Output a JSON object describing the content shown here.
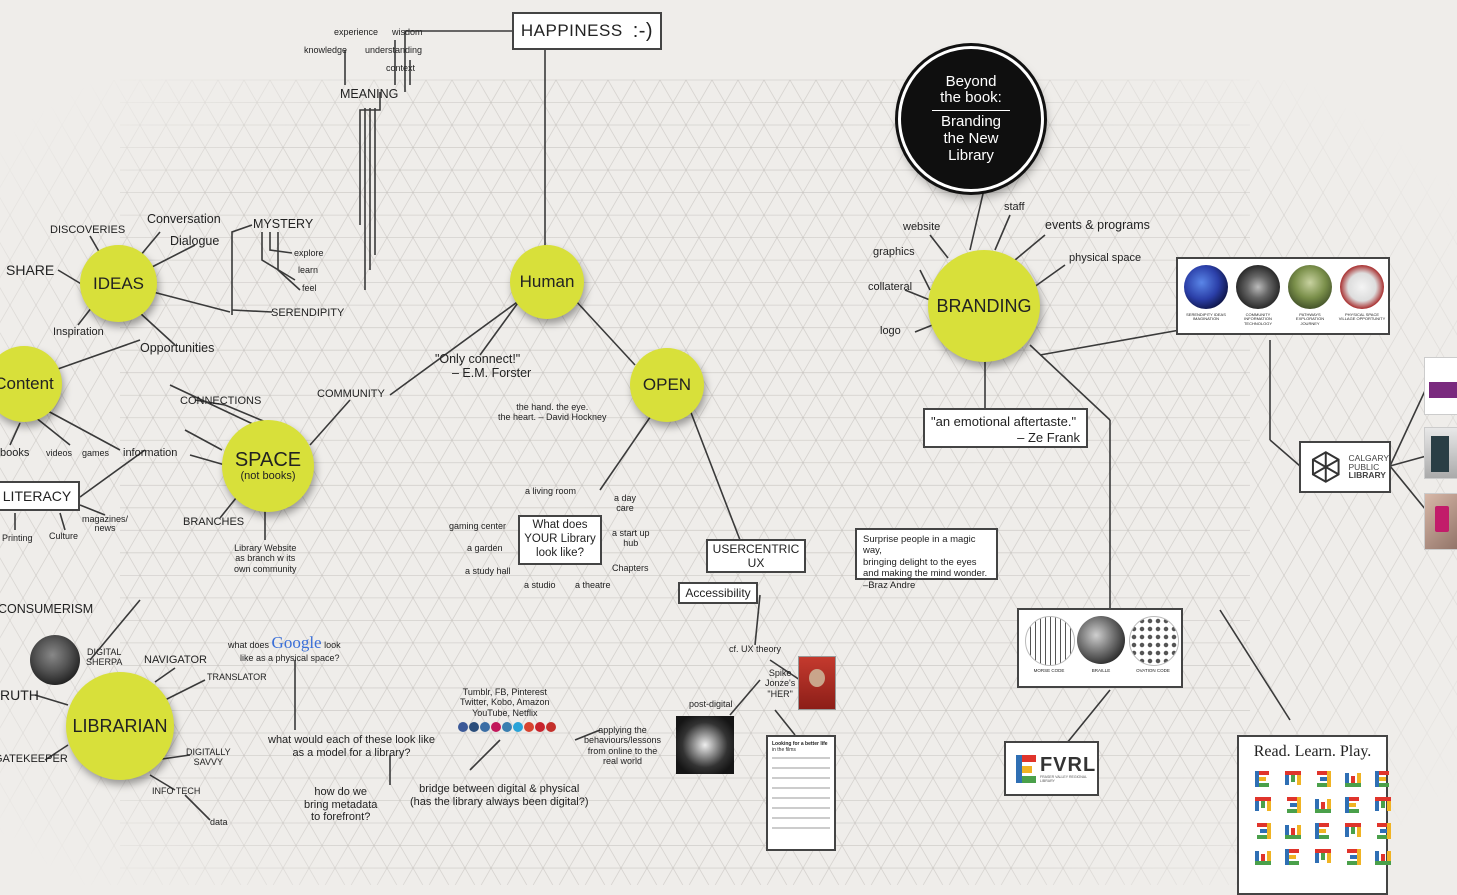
{
  "header": {
    "happiness": "HAPPINESS",
    "smiley": ":-)"
  },
  "badge": {
    "line1": "Beyond",
    "line2": "the book:",
    "line3": "Branding",
    "line4": "the New",
    "line5": "Library"
  },
  "nodes": {
    "ideas": "IDEAS",
    "content": "Content",
    "space": "SPACE",
    "space_sub": "(not books)",
    "human": "Human",
    "open": "OPEN",
    "branding": "BRANDING",
    "librarian": "LIBRARIAN"
  },
  "labels": {
    "experience": "experience",
    "wisdom": "wisdom",
    "knowledge": "knowledge",
    "understanding": "understanding",
    "context": "context",
    "meaning": "MEANING",
    "discoveries": "DISCOVERIES",
    "conversation": "Conversation",
    "dialogue": "Dialogue",
    "share": "SHARE",
    "inspiration": "Inspiration",
    "mystery": "MYSTERY",
    "explore": "explore",
    "learn": "learn",
    "feel": "feel",
    "serendipity": "SERENDIPITY",
    "opportunities": "Opportunities",
    "connections": "CONNECTIONS",
    "community": "COMMUNITY",
    "books": "books",
    "videos": "videos",
    "games": "games",
    "information": "information",
    "literacy": "LITERACY",
    "printing": "Printing",
    "culture": "Culture",
    "magazines": "magazines/",
    "news": "news",
    "branches": "BRANCHES",
    "library_website_1": "Library Website",
    "library_website_2": "as branch w its",
    "library_website_3": "own community",
    "consumerism": "CONSUMERISM",
    "digital_sherpa_1": "DIGITAL",
    "digital_sherpa_2": "SHERPA",
    "navigator": "NAVIGATOR",
    "translator": "TRANSLATOR",
    "truth": "RUTH",
    "gatekeeper": "GATEKEEPER",
    "digitally_savvy_1": "DIGITALLY",
    "digitally_savvy_2": "SAVVY",
    "info_tech": "INFO TECH",
    "data": "data",
    "what_does_1": "what does",
    "google": "Google",
    "what_does_2": "look",
    "what_does_3": "like as a physical space?",
    "what_would_1": "what would each of these look like",
    "what_would_2": "as a model for a library?",
    "how_do_1": "how do we",
    "how_do_2": "bring metadata",
    "how_do_3": "to forefront?",
    "bridge_1": "bridge between digital & physical",
    "bridge_2": "(has the library always been digital?)",
    "tumblr_1": "Tumblr, FB, Pinterest",
    "tumblr_2": "Twitter, Kobo, Amazon",
    "tumblr_3": "YouTube, Netflix",
    "applying_1": "applying the",
    "applying_2": "behaviours/lessons",
    "applying_3": "from online to the",
    "applying_4": "real world",
    "forster_quote": "\"Only connect!\"",
    "forster_author": "– E.M. Forster",
    "hockney_1": "the hand. the eye.",
    "hockney_2": "the heart. – David Hockney",
    "living_room": "a living room",
    "day_care_1": "a day",
    "day_care_2": "care",
    "gaming_center": "gaming center",
    "start_up_1": "a start up",
    "start_up_2": "hub",
    "garden": "a garden",
    "study_hall": "a study hall",
    "chapters": "Chapters",
    "studio": "a studio",
    "theatre": "a theatre",
    "your_library_1": "What does",
    "your_library_2": "YOUR Library",
    "your_library_3": "look like?",
    "usercentric_1": "USERCENTRIC",
    "usercentric_2": "UX",
    "accessibility": "Accessibility",
    "cf_ux": "cf. UX theory",
    "spike_1": "Spike",
    "spike_2": "Jonze's",
    "spike_3": "\"HER\"",
    "post_digital": "post-digital",
    "website": "website",
    "staff": "staff",
    "events": "events & programs",
    "graphics": "graphics",
    "physical_space": "physical space",
    "collateral": "collateral",
    "logo": "logo",
    "aftertaste_1": "\"an emotional aftertaste.\"",
    "aftertaste_2": "– Ze Frank",
    "surprise_1": "Surprise people in a magic way,",
    "surprise_2": "bringing delight to the eyes",
    "surprise_3": "and making the mind wonder.",
    "surprise_4": "–Braz Andre",
    "calgary_1": "CALGARY",
    "calgary_2": "PUBLIC",
    "calgary_3": "LIBRARY",
    "fvrl": "FVRL",
    "fvrl_sub": "FRASER VALLEY REGIONAL LIBRARY",
    "read_learn_play": "Read. Learn. Play.",
    "morse": "MORSE CODE",
    "braille": "BRAILLE",
    "ovation": "OVATION CODE",
    "circles_1": "SERENDIPITY IDEAS IMAGINATION",
    "circles_2": "COMMUNITY INFORMATION TECHNOLOGY",
    "circles_3": "PATHWAYS EXPLORATION JOURNEY",
    "circles_4": "PHYSICAL SPACE VILLAGE OPPORTUNITY",
    "her_note_title": "Looking for a better life",
    "her_note_sub": "in the films"
  },
  "colors": {
    "node_fill": "#d8e03a",
    "background": "#efedea",
    "grid_line": "#b9b6b2",
    "connector": "#3a3a3a"
  }
}
